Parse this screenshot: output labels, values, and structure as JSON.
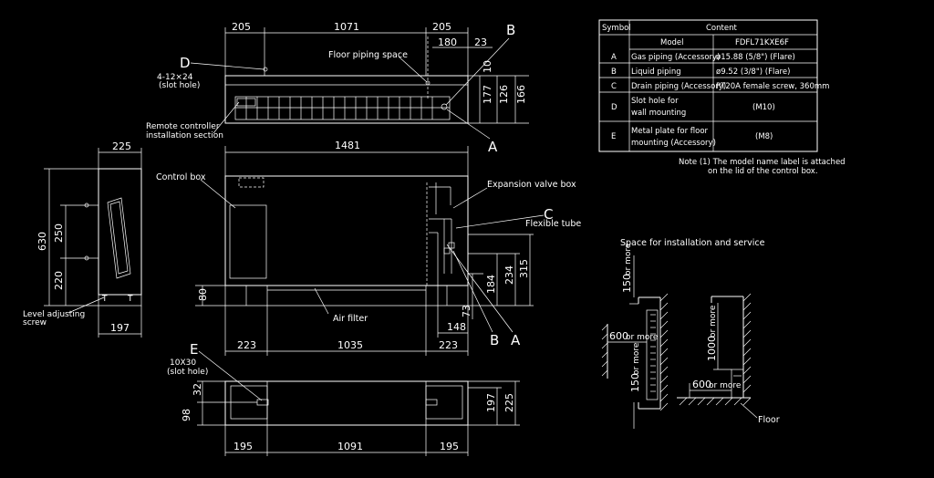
{
  "letters": {
    "a": "A",
    "b": "B",
    "c": "C",
    "d": "D",
    "e": "E"
  },
  "top_view": {
    "dims": [
      "205",
      "1071",
      "205",
      "180",
      "23",
      "10",
      "177",
      "126",
      "166"
    ],
    "labels": {
      "floor_piping": "Floor piping space",
      "slot_hole_size": "4-12×24",
      "slot_hole": "(slot hole)",
      "remote_1": "Remote controller",
      "remote_2": "installation section"
    }
  },
  "front_view": {
    "dims": {
      "width": "1481",
      "d80": "80",
      "d223a": "223",
      "d1035": "1035",
      "d223b": "223",
      "d148": "148",
      "d73": "73",
      "d184": "184",
      "d234": "234",
      "d315": "315"
    },
    "labels": {
      "control_box": "Control box",
      "expansion": "Expansion valve box",
      "flexible": "Flexible tube",
      "air_filter": "Air filter"
    }
  },
  "side_view": {
    "dims": {
      "d225": "225",
      "d630": "630",
      "d250": "250",
      "d220": "220",
      "d197": "197"
    },
    "labels": {
      "level_1": "Level adjusting",
      "level_2": "screw"
    }
  },
  "bottom_view": {
    "dims": {
      "d32": "32",
      "d98": "98",
      "d197": "197",
      "d225": "225",
      "d195a": "195",
      "d1091": "1091",
      "d195b": "195"
    },
    "labels": {
      "slot_size": "10X30",
      "slot_hole": "(slot hole)"
    }
  },
  "table": {
    "header": {
      "symbol": "Symbol",
      "content": "Content"
    },
    "model_row": {
      "label": "Model",
      "value": "FDFL71KXE6F"
    },
    "rows": [
      {
        "symbol": "A",
        "name": "Gas piping (Accessory)",
        "value": "ø15.88 (5/8\") (Flare)"
      },
      {
        "symbol": "B",
        "name": "Liquid piping",
        "value": "ø9.52 (3/8\") (Flare)"
      },
      {
        "symbol": "C",
        "name": "Drain piping (Accessory)",
        "value": "PT20A female screw, 360mm"
      },
      {
        "symbol": "D",
        "name1": "Slot hole for",
        "name2": "wall mounting",
        "value": "(M10)"
      },
      {
        "symbol": "E",
        "name1": "Metal plate for floor",
        "name2": "mounting (Accessory)",
        "value": "(M8)"
      }
    ],
    "note1": "Note (1) The model name label is attached",
    "note2": "on the lid of the control box."
  },
  "service": {
    "title": "Space for installation and service",
    "d150top": "150",
    "d600": "600",
    "d150bottom": "150",
    "d1000": "1000",
    "d600b": "600",
    "or_more": "or more",
    "floor": "Floor"
  }
}
